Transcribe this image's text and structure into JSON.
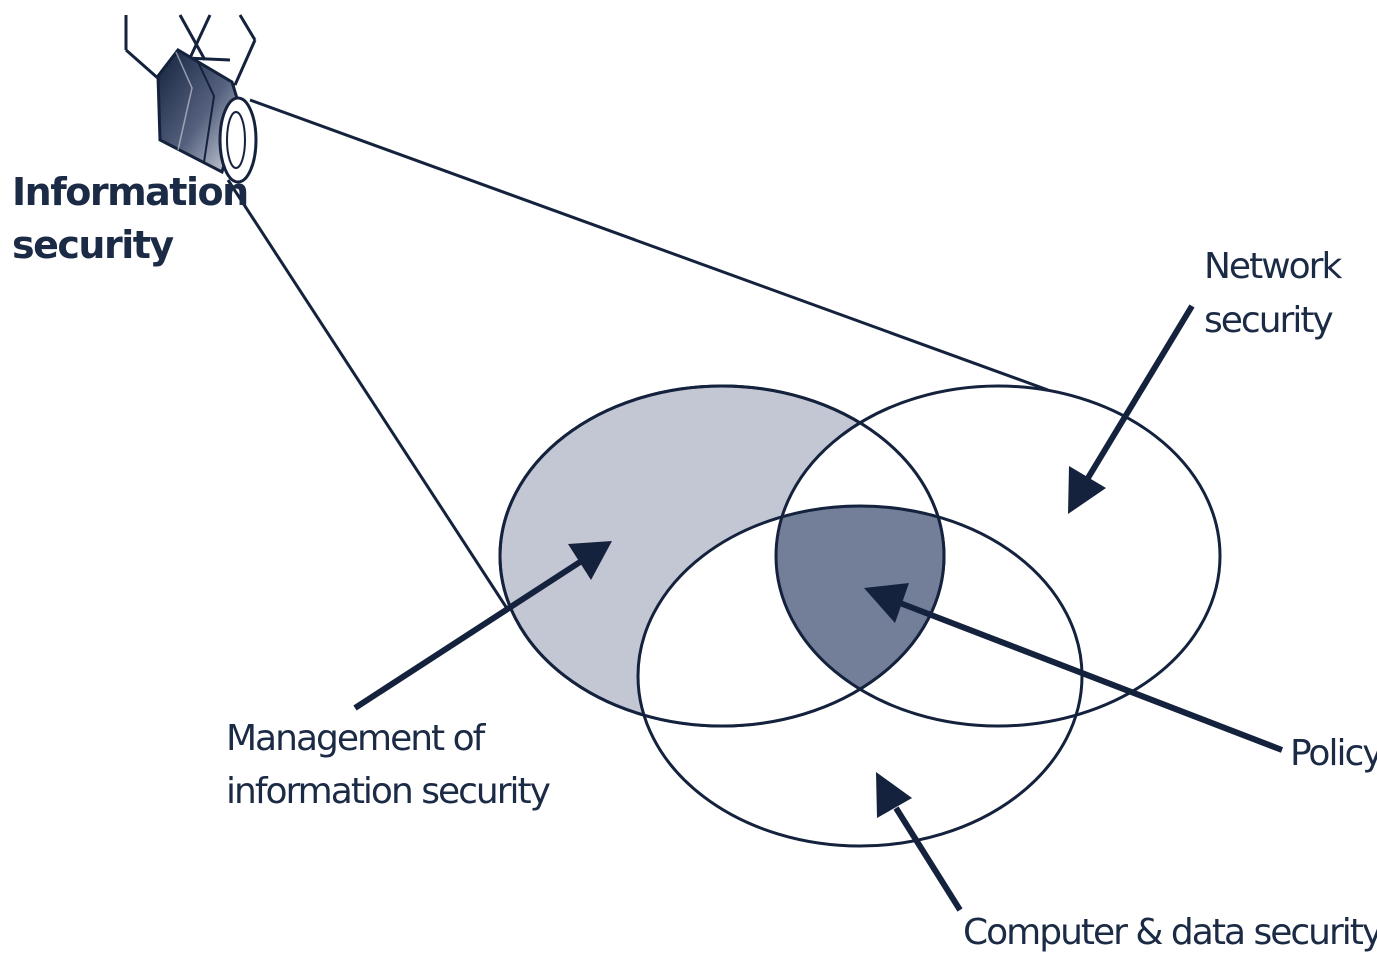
{
  "labels": {
    "information_security": [
      "Information",
      "security"
    ],
    "network_security": [
      "Network",
      "security"
    ],
    "management": [
      "Management of",
      "information security"
    ],
    "policy": "Policy",
    "computer_data": "Computer & data security"
  },
  "colors": {
    "ink": "#14223d",
    "management_fill": "#c3c7d3",
    "policy_fill": "#737e98",
    "background": "#ffffff"
  },
  "icons": {
    "projector": "spotlight-camera-icon"
  }
}
